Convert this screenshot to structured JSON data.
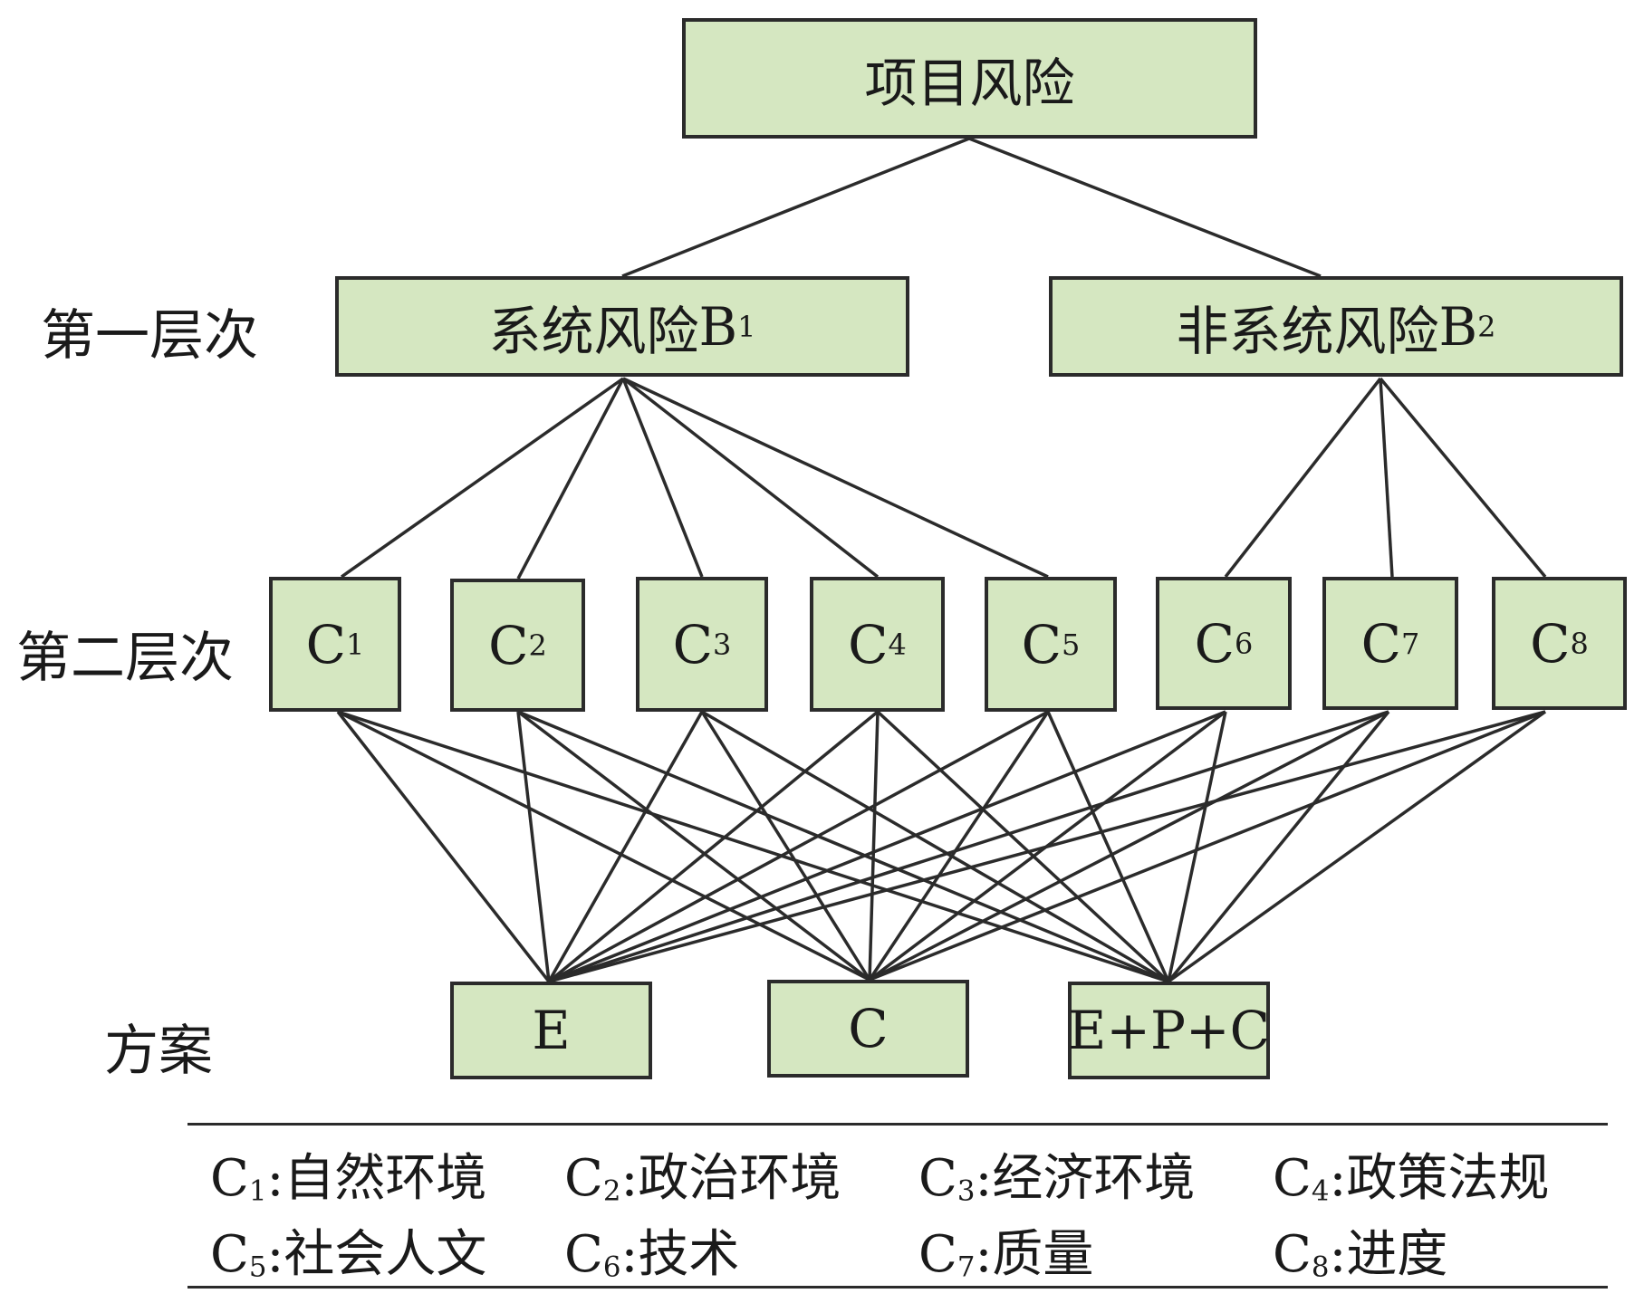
{
  "top": {
    "label": "项目风险"
  },
  "levels": {
    "first": "第一层次",
    "second": "第二层次",
    "plan": "方案"
  },
  "b_nodes": [
    {
      "label": "系统风险",
      "sub": "1",
      "letter": "B"
    },
    {
      "label": "非系统风险",
      "sub": "2",
      "letter": "B"
    }
  ],
  "c_nodes": [
    {
      "letter": "C",
      "sub": "1"
    },
    {
      "letter": "C",
      "sub": "2"
    },
    {
      "letter": "C",
      "sub": "3"
    },
    {
      "letter": "C",
      "sub": "4"
    },
    {
      "letter": "C",
      "sub": "5"
    },
    {
      "letter": "C",
      "sub": "6"
    },
    {
      "letter": "C",
      "sub": "7"
    },
    {
      "letter": "C",
      "sub": "8"
    }
  ],
  "plans": [
    "E",
    "C",
    "E+P+C"
  ],
  "legend": [
    {
      "sub": "1",
      "text": ":自然环境"
    },
    {
      "sub": "2",
      "text": ":政治环境"
    },
    {
      "sub": "3",
      "text": ":经济环境"
    },
    {
      "sub": "4",
      "text": ":政策法规"
    },
    {
      "sub": "5",
      "text": ":社会人文"
    },
    {
      "sub": "6",
      "text": ":技术"
    },
    {
      "sub": "7",
      "text": ":质量"
    },
    {
      "sub": "8",
      "text": ":进度"
    }
  ],
  "colors": {
    "box_fill": "#d5e7c1",
    "stroke": "#2b2b2b"
  }
}
